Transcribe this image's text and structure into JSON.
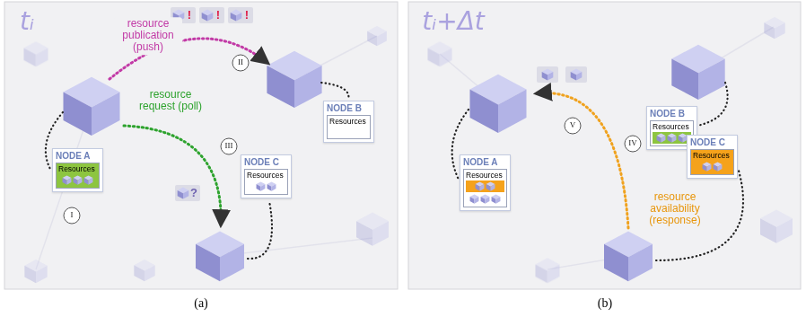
{
  "diagram": {
    "nodes": [
      {
        "text": [
          "NODE A",
          "Resources"
        ]
      },
      {
        "text": [
          "NODE B",
          "Resources"
        ]
      },
      {
        "text": [
          "NODE C",
          "Resources"
        ]
      },
      {
        "text": [
          "NODE A",
          "Resources"
        ]
      },
      {
        "text": [
          "NODE B",
          "Resources"
        ]
      },
      {
        "text": [
          "NODE C",
          "Resources"
        ]
      }
    ],
    "labels": [
      "tᵢ",
      "resource publication (push)",
      "!",
      "!",
      "!",
      "II",
      "resource request (poll)",
      "?",
      "III",
      "I",
      "(a)",
      "tᵢ+Δt",
      "V",
      "resource availability (response)",
      "IV",
      "(b)"
    ]
  }
}
